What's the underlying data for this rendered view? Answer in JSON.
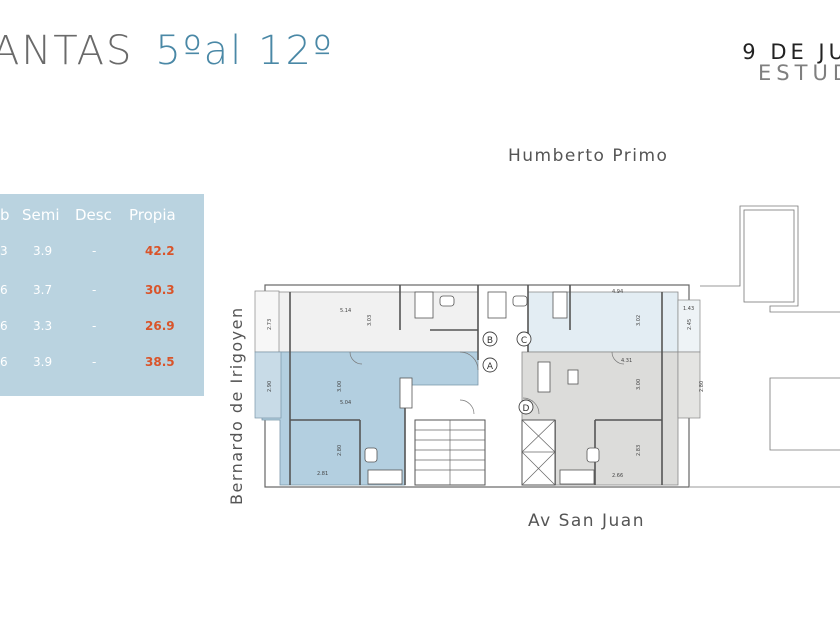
{
  "header": {
    "title_part1": "ANTAS",
    "title_part2": "5ºal 12º",
    "right_line1": "9 DE JU",
    "right_line2": "ESTUD"
  },
  "table": {
    "headers": [
      "b",
      "Semi",
      "Desc",
      "Propia"
    ],
    "rows": [
      {
        "c0": "3",
        "semi": "3.9",
        "desc": "-",
        "propia": "42.2"
      },
      {
        "c0": "6",
        "semi": "3.7",
        "desc": "-",
        "propia": "30.3"
      },
      {
        "c0": "6",
        "semi": "3.3",
        "desc": "-",
        "propia": "26.9"
      },
      {
        "c0": "6",
        "semi": "3.9",
        "desc": "-",
        "propia": "38.5"
      }
    ]
  },
  "plan": {
    "street_top": "Humberto Primo",
    "street_bottom": "Av San Juan",
    "street_left": "Bernardo de Irigoyen",
    "unit_labels": [
      "A",
      "B",
      "C",
      "D"
    ],
    "dimensions": [
      "5.14",
      "3.03",
      "2.73",
      "4.94",
      "3.02",
      "1.43",
      "2.45",
      "2.90",
      "3.00",
      "5.04",
      "2.80",
      "2.81",
      "4.31",
      "3.00",
      "2.80",
      "2.83",
      "2.66"
    ]
  },
  "colors": {
    "unit_a": "#b3cfe0",
    "unit_b": "#f1f1f1",
    "unit_c": "#e3edf3",
    "unit_d": "#dcdcda",
    "accent": "#4a88a6",
    "value_red": "#d9542a"
  }
}
